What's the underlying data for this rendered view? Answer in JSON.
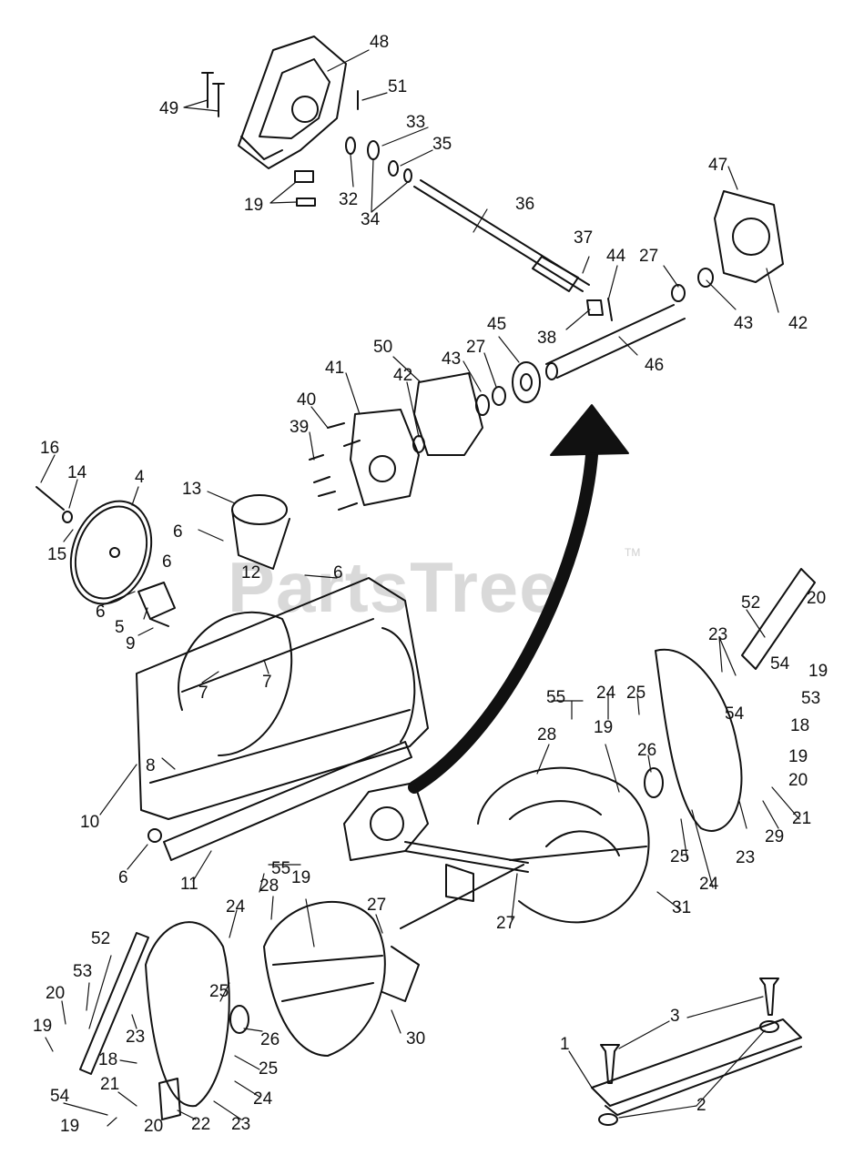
{
  "watermark": {
    "text": "PartsTree",
    "mark": "TM"
  },
  "callouts": [
    {
      "id": "c48",
      "text": "48"
    },
    {
      "id": "c49",
      "text": "49"
    },
    {
      "id": "c51",
      "text": "51"
    },
    {
      "id": "c33",
      "text": "33"
    },
    {
      "id": "c35",
      "text": "35"
    },
    {
      "id": "c32",
      "text": "32"
    },
    {
      "id": "c34",
      "text": "34"
    },
    {
      "id": "c19a",
      "text": "19"
    },
    {
      "id": "c36",
      "text": "36"
    },
    {
      "id": "c47",
      "text": "47"
    },
    {
      "id": "c37",
      "text": "37"
    },
    {
      "id": "c44",
      "text": "44"
    },
    {
      "id": "c27a",
      "text": "27"
    },
    {
      "id": "c43a",
      "text": "43"
    },
    {
      "id": "c42a",
      "text": "42"
    },
    {
      "id": "c38",
      "text": "38"
    },
    {
      "id": "c46",
      "text": "46"
    },
    {
      "id": "c50",
      "text": "50"
    },
    {
      "id": "c45",
      "text": "45"
    },
    {
      "id": "c43b",
      "text": "43"
    },
    {
      "id": "c27b",
      "text": "27"
    },
    {
      "id": "c41",
      "text": "41"
    },
    {
      "id": "c42b",
      "text": "42"
    },
    {
      "id": "c40",
      "text": "40"
    },
    {
      "id": "c39",
      "text": "39"
    },
    {
      "id": "c16",
      "text": "16"
    },
    {
      "id": "c14",
      "text": "14"
    },
    {
      "id": "c4",
      "text": "4"
    },
    {
      "id": "c15",
      "text": "15"
    },
    {
      "id": "c13",
      "text": "13"
    },
    {
      "id": "c6a",
      "text": "6"
    },
    {
      "id": "c6b",
      "text": "6"
    },
    {
      "id": "c6c",
      "text": "6"
    },
    {
      "id": "c12",
      "text": "12"
    },
    {
      "id": "c6d",
      "text": "6"
    },
    {
      "id": "c5",
      "text": "5"
    },
    {
      "id": "c9",
      "text": "9"
    },
    {
      "id": "c7a",
      "text": "7"
    },
    {
      "id": "c7b",
      "text": "7"
    },
    {
      "id": "c8",
      "text": "8"
    },
    {
      "id": "c10",
      "text": "10"
    },
    {
      "id": "c6e",
      "text": "6"
    },
    {
      "id": "c11",
      "text": "11"
    },
    {
      "id": "c52a",
      "text": "52"
    },
    {
      "id": "c20a",
      "text": "20"
    },
    {
      "id": "c23a",
      "text": "23"
    },
    {
      "id": "c54a",
      "text": "54"
    },
    {
      "id": "c19b",
      "text": "19"
    },
    {
      "id": "c53a",
      "text": "53"
    },
    {
      "id": "c55a",
      "text": "55"
    },
    {
      "id": "c24a",
      "text": "24"
    },
    {
      "id": "c25a",
      "text": "25"
    },
    {
      "id": "c28a",
      "text": "28"
    },
    {
      "id": "c19c",
      "text": "19"
    },
    {
      "id": "c26a",
      "text": "26"
    },
    {
      "id": "c54b",
      "text": "54"
    },
    {
      "id": "c18a",
      "text": "18"
    },
    {
      "id": "c19d",
      "text": "19"
    },
    {
      "id": "c20b",
      "text": "20"
    },
    {
      "id": "c21a",
      "text": "21"
    },
    {
      "id": "c29",
      "text": "29"
    },
    {
      "id": "c23b",
      "text": "23"
    },
    {
      "id": "c25b",
      "text": "25"
    },
    {
      "id": "c24b",
      "text": "24"
    },
    {
      "id": "c31",
      "text": "31"
    },
    {
      "id": "c27c",
      "text": "27"
    },
    {
      "id": "c55b",
      "text": "55"
    },
    {
      "id": "c28b",
      "text": "28"
    },
    {
      "id": "c19e",
      "text": "19"
    },
    {
      "id": "c27d",
      "text": "27"
    },
    {
      "id": "c24c",
      "text": "24"
    },
    {
      "id": "c52b",
      "text": "52"
    },
    {
      "id": "c53b",
      "text": "53"
    },
    {
      "id": "c20c",
      "text": "20"
    },
    {
      "id": "c23c",
      "text": "23"
    },
    {
      "id": "c19f",
      "text": "19"
    },
    {
      "id": "c25c",
      "text": "25"
    },
    {
      "id": "c26b",
      "text": "26"
    },
    {
      "id": "c30",
      "text": "30"
    },
    {
      "id": "c18b",
      "text": "18"
    },
    {
      "id": "c25d",
      "text": "25"
    },
    {
      "id": "c24d",
      "text": "24"
    },
    {
      "id": "c21b",
      "text": "21"
    },
    {
      "id": "c54c",
      "text": "54"
    },
    {
      "id": "c22",
      "text": "22"
    },
    {
      "id": "c23d",
      "text": "23"
    },
    {
      "id": "c19g",
      "text": "19"
    },
    {
      "id": "c20d",
      "text": "20"
    },
    {
      "id": "c3",
      "text": "3"
    },
    {
      "id": "c1",
      "text": "1"
    },
    {
      "id": "c2",
      "text": "2"
    }
  ]
}
